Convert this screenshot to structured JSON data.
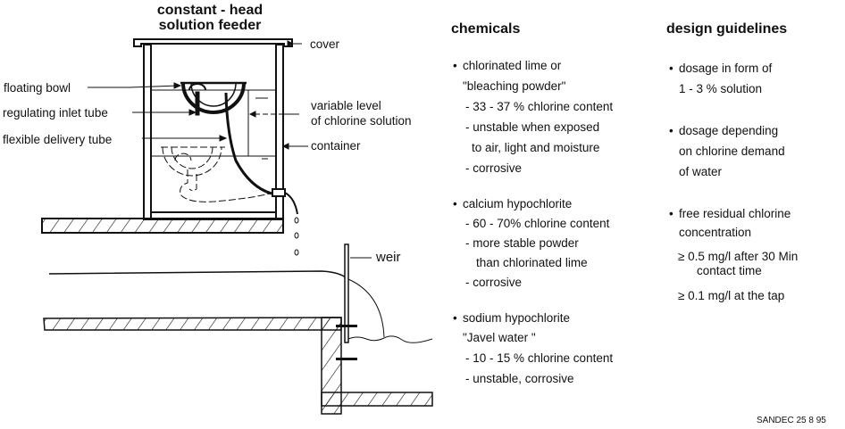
{
  "diagram": {
    "title_line1": "constant - head",
    "title_line2": "solution feeder",
    "labels": {
      "cover": "cover",
      "floating_bowl": "floating bowl",
      "regulating_inlet_tube": "regulating inlet tube",
      "flexible_delivery_tube": "flexible delivery tube",
      "variable_level_1": "variable level",
      "variable_level_2": "of chlorine solution",
      "container": "container",
      "weir": "weir"
    }
  },
  "chemicals": {
    "heading": "chemicals",
    "items": [
      {
        "name1": "chlorinated lime or",
        "name2": "\"bleaching powder\"",
        "props": [
          "- 33 - 37 % chlorine content",
          "- unstable when exposed",
          "  to air, light and moisture",
          "- corrosive"
        ]
      },
      {
        "name1": "calcium hypochlorite",
        "props": [
          "- 60 - 70% chlorine content",
          "- more stable powder",
          "  than chlorinated lime",
          "- corrosive"
        ]
      },
      {
        "name1": "sodium hypochlorite",
        "name2": "\"Javel water \"",
        "props": [
          "- 10 - 15 % chlorine content",
          "-  unstable, corrosive"
        ]
      }
    ]
  },
  "guidelines": {
    "heading": "design guidelines",
    "items": [
      {
        "lines": [
          "dosage in form of",
          "1 - 3 % solution"
        ]
      },
      {
        "lines": [
          "dosage depending",
          "on chlorine demand",
          "of water"
        ]
      },
      {
        "lines": [
          "free residual chlorine",
          "concentration"
        ]
      }
    ],
    "sub": [
      {
        "line1": "≥  0.5 mg/l after 30 Min",
        "line2": "contact time"
      },
      {
        "line1": "≥  0.1 mg/l at the tap"
      }
    ]
  },
  "footer": {
    "stamp": "SANDEC 25 8 95"
  }
}
